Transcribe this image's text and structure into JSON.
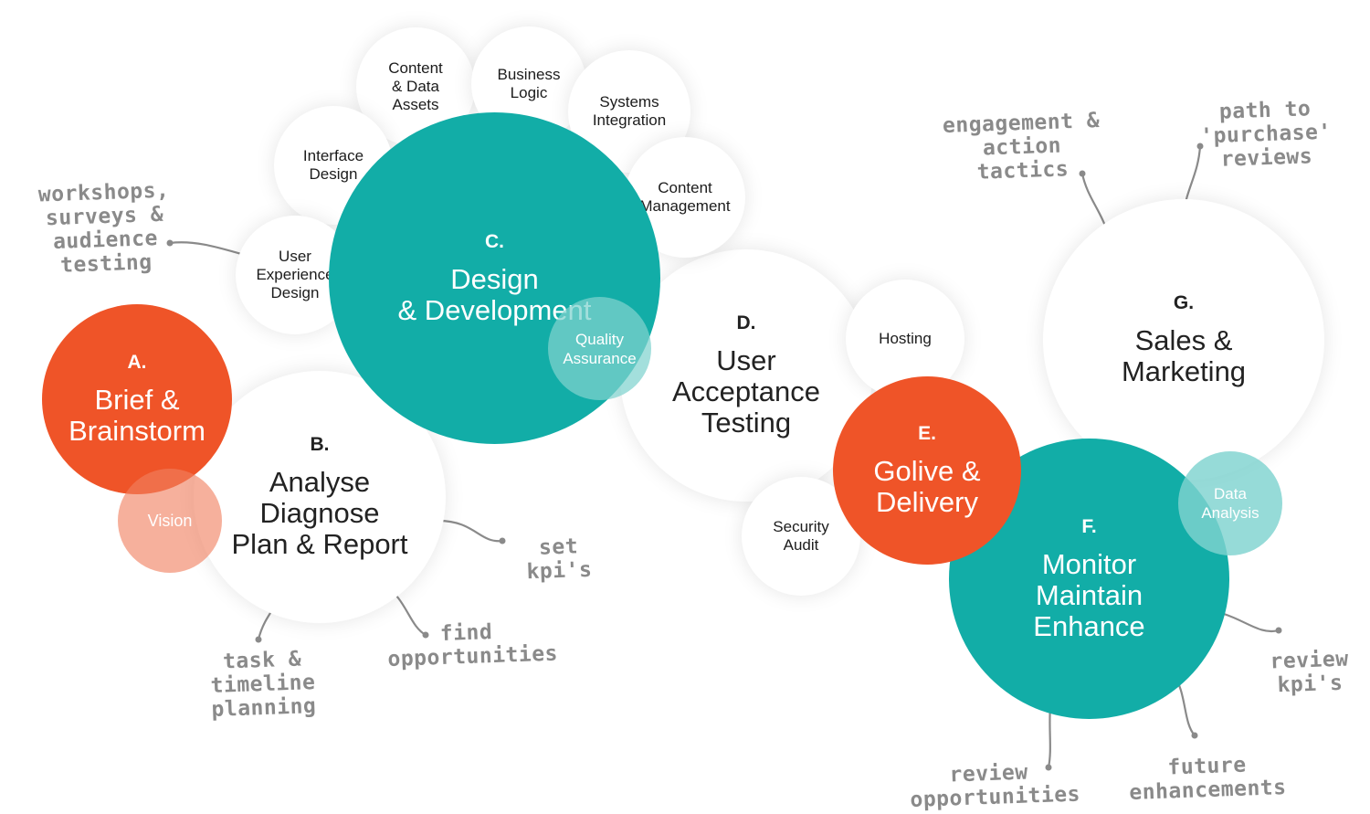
{
  "stages": {
    "a": {
      "letter": "A.",
      "title_1": "Brief &",
      "title_2": "Brainstorm"
    },
    "b": {
      "letter": "B.",
      "title_1": "Analyse",
      "title_2": "Diagnose",
      "title_3": "Plan & Report"
    },
    "c": {
      "letter": "C.",
      "title_1": "Design",
      "title_2": "& Development"
    },
    "d": {
      "letter": "D.",
      "title_1": "User",
      "title_2": "Acceptance",
      "title_3": "Testing"
    },
    "e": {
      "letter": "E.",
      "title_1": "Golive &",
      "title_2": "Delivery"
    },
    "f": {
      "letter": "F.",
      "title_1": "Monitor",
      "title_2": "Maintain",
      "title_3": "Enhance"
    },
    "g": {
      "letter": "G.",
      "title_1": "Sales &",
      "title_2": "Marketing"
    }
  },
  "sub_bubbles": {
    "vision": "Vision",
    "ux_1": "User",
    "ux_2": "Experience",
    "ux_3": "Design",
    "interface_1": "Interface",
    "interface_2": "Design",
    "content_data_1": "Content",
    "content_data_2": "& Data",
    "content_data_3": "Assets",
    "business_1": "Business",
    "business_2": "Logic",
    "systems_1": "Systems",
    "systems_2": "Integration",
    "content_mgmt_1": "Content",
    "content_mgmt_2": "Management",
    "qa_1": "Quality",
    "qa_2": "Assurance",
    "hosting": "Hosting",
    "security_1": "Security",
    "security_2": "Audit",
    "data_1": "Data",
    "data_2": "Analysis"
  },
  "notes": {
    "workshops_1": "workshops,",
    "workshops_2": "surveys & audience",
    "workshops_3": "testing",
    "set_kpis": "set kpi's",
    "task_1": "task & timeline",
    "task_2": "planning",
    "find_1": "find",
    "find_2": "opportunities",
    "engagement_1": "engagement &",
    "engagement_2": "action tactics",
    "path_1": "path to 'purchase'",
    "path_2": "reviews",
    "review_kpis_1": "review",
    "review_kpis_2": "kpi's",
    "future_1": "future",
    "future_2": "enhancements",
    "review_opp_1": "review",
    "review_opp_2": "opportunities"
  },
  "colors": {
    "teal": "#12ada7",
    "orange": "#ef5428",
    "light_orange": "#f6a990",
    "light_teal": "#7fd3cf",
    "note_grey": "#8a8a8a"
  }
}
